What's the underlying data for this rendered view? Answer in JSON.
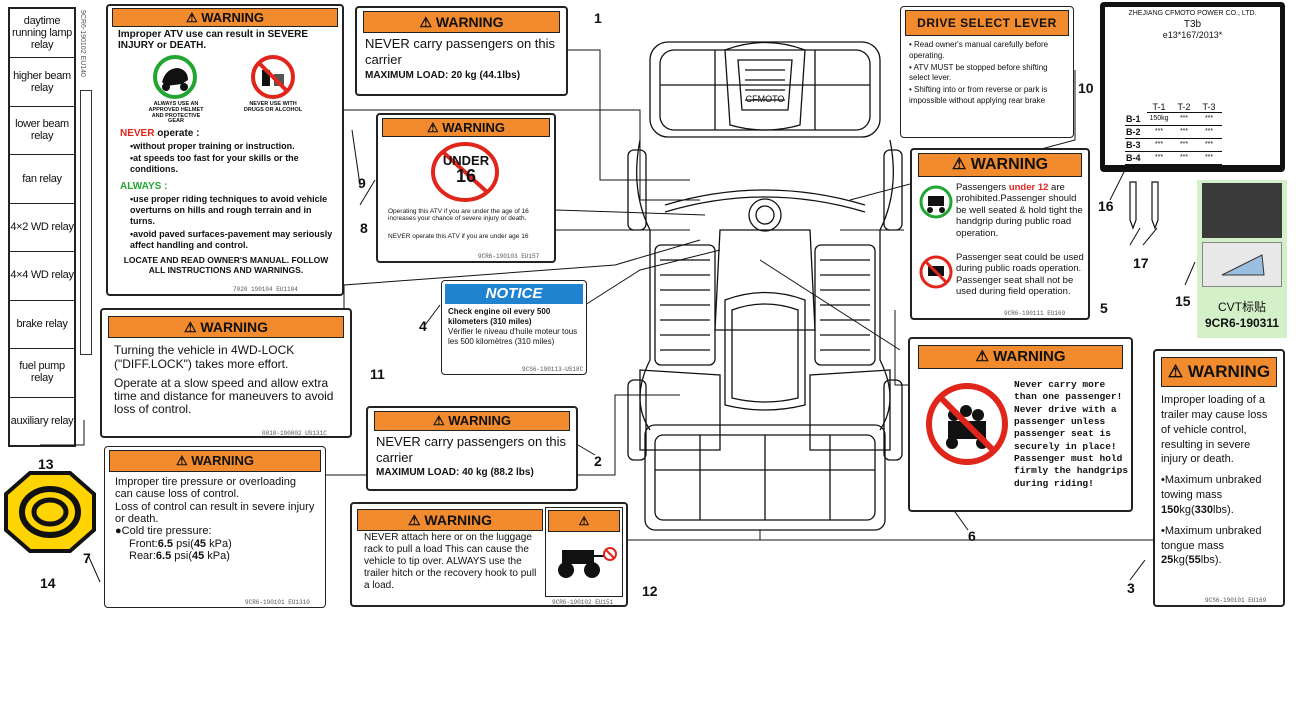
{
  "relay_panel": {
    "items": [
      "daytime running lamp relay",
      "higher beam relay",
      "lower beam relay",
      "fan relay",
      "4×2 WD relay",
      "4×4 WD relay",
      "brake relay",
      "fuel pump relay",
      "auxiliary relay"
    ],
    "code": "9CR6-190102  EU140"
  },
  "numbers": {
    "n1": "1",
    "n2": "2",
    "n3": "3",
    "n4": "4",
    "n5": "5",
    "n6": "6",
    "n7": "7",
    "n8": "8",
    "n9": "9",
    "n10": "10",
    "n11": "11",
    "n12": "12",
    "n13": "13",
    "n14": "14",
    "n15": "15",
    "n16": "16",
    "n17": "17"
  },
  "label9": {
    "header": "WARNING",
    "intro": "Improper ATV use can result in SEVERE INJURY or DEATH.",
    "icon1": "ALWAYS USE AN APPROVED HELMET AND PROTECTIVE GEAR",
    "icon2": "NEVER USE WITH DRUGS OR ALCOHOL",
    "never_title": "NEVER",
    "never_rest": " operate :",
    "never1": "•without proper training or instruction.",
    "never2": "•at speeds too fast for your skills or the conditions.",
    "always_title": "ALWAYS :",
    "always1": "•use proper riding techniques to avoid vehicle overturns on hills and rough terrain and in turns.",
    "always2": "•avoid paved surfaces-pavement may seriously affect handling and control.",
    "footer": "LOCATE AND READ OWNER'S MANUAL. FOLLOW ALL INSTRUCTIONS AND WARNINGS.",
    "code": "7020 190104   EU1104"
  },
  "label1": {
    "header": "WARNING",
    "line1": "NEVER  carry  passengers  on  this  carrier",
    "load": "MAXIMUM  LOAD:  20 kg  (44.1lbs)"
  },
  "label8": {
    "header": "WARNING",
    "badge_top": "UNDER",
    "badge_num": "16",
    "text1": "Operating this ATV if you are under the age of 16 increases your chance of severe injury or death.",
    "text2": "NEVER operate this ATV if you are under age 16",
    "code": "9CR6-190103   EU157"
  },
  "label10": {
    "header": "DRIVE SELECT LEVER",
    "b1": "Read owner's manual carefully before operating.",
    "b2": "ATV MUST be stopped before shifting select lever.",
    "b3": "Shifting into or from reverse or park is impossible without applying rear brake"
  },
  "label16": {
    "maker": "ZHEJIANG CFMOTO POWER CO., LTD.",
    "type": "T3b",
    "approval": "e13*167/2013*",
    "col_headers": [
      "T-1",
      "T-2",
      "T-3"
    ],
    "rows": [
      {
        "name": "B-1",
        "values": [
          "150kg",
          "***",
          "***"
        ]
      },
      {
        "name": "B-2",
        "values": [
          "***",
          "***",
          "***"
        ]
      },
      {
        "name": "B-3",
        "values": [
          "***",
          "***",
          "***"
        ]
      },
      {
        "name": "B-4",
        "values": [
          "***",
          "***",
          "***"
        ]
      }
    ]
  },
  "label5": {
    "header": "WARNING",
    "t1a": "Passengers ",
    "t1b": "under 12",
    "t1c": " are prohibited.Passenger should be well seated & hold tight the handgrip during public road operation.",
    "t2": "Passenger seat could be used during public roads operation. Passenger seat shall not be used during field operation.",
    "code": "9CR6-190111   EU169"
  },
  "label15": {
    "title": "CVT标贴",
    "code": "9CR6-190311"
  },
  "label11": {
    "header": "WARNING",
    "p1": "Turning the vehicle in 4WD-LOCK (\"DIFF.LOCK\") takes more effort.",
    "p2": "Operate at a slow speed and allow extra time and distance for maneuvers to avoid loss of control.",
    "code": "0010-190002   US131C"
  },
  "label4": {
    "header": "NOTICE",
    "l1": "Check engine oil every 500 kilometers (310 miles)",
    "l2": "Vérifier le niveau d'huile moteur tous les 500 kilomètres (310 miles)",
    "code": "9CS6-190113-US18C"
  },
  "label6": {
    "header": "WARNING",
    "text": "Never carry more than one passenger! Never drive with a passenger unless passenger seat is securely in place! Passenger must hold firmly the handgrips during riding!"
  },
  "label3": {
    "header": "WARNING",
    "p1": "Improper loading of a trailer may cause loss of vehicle control, resulting in severe injury or death.",
    "b1a": "•Maximum unbraked towing mass ",
    "b1b": "150",
    "b1c": "kg(",
    "b1d": "330",
    "b1e": "lbs).",
    "b2a": "•Maximum unbraked tongue mass ",
    "b2b": "25",
    "b2c": "kg(",
    "b2d": "55",
    "b2e": "lbs).",
    "code": "9CS6-190101   EU169"
  },
  "label2": {
    "header": "WARNING",
    "line1": "NEVER  carry  passengers  on  this  carrier",
    "load": "MAXIMUM  LOAD:  40 kg  (88.2 lbs)"
  },
  "label7": {
    "header": "WARNING",
    "p1": "Improper tire pressure or overloading can cause loss of control.",
    "p2": "Loss of control can result in severe injury or death.",
    "p3": "●Cold tire pressure:",
    "front_label": "Front:",
    "front_val": "6.5",
    "front_unit": " psi(",
    "front_kpa": "45",
    "front_end": " kPa)",
    "rear_label": "Rear:",
    "rear_val": "6.5",
    "rear_unit": " psi(",
    "rear_kpa": "45",
    "rear_end": " kPa)",
    "code": "9CR6-190101   EU1310"
  },
  "label12": {
    "header": "WARNING",
    "text": "NEVER attach here or on the luggage rack to pull a load This can cause the vehicle to tip over. ALWAYS use the trailer hitch or the recovery hook to pull a load.",
    "code": "9CR6-190102   EU151"
  },
  "colors": {
    "orange": "#f28a2e",
    "notice_blue": "#1f83d0",
    "badge_yellow": "#ffd400",
    "red": "#e0251b",
    "green": "#22a631",
    "cvt_bg": "#d4f0c8"
  }
}
